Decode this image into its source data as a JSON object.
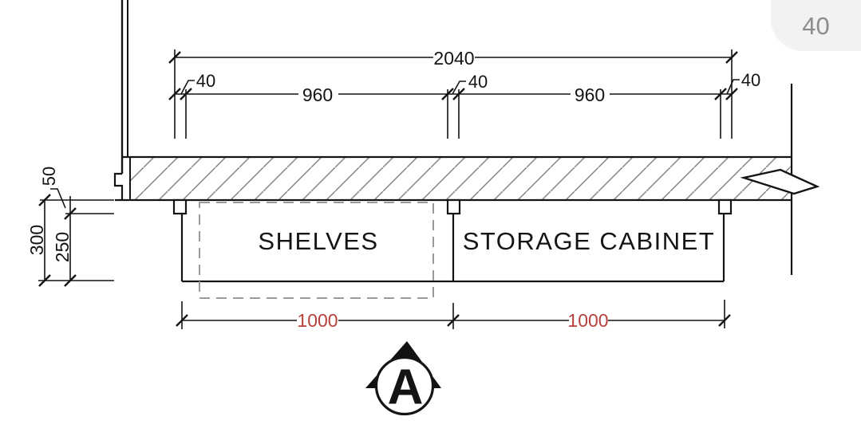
{
  "badge": {
    "number": "40"
  },
  "labels": {
    "shelves": "SHELVES",
    "storage_cabinet": "STORAGE CABINET"
  },
  "marker": {
    "letter": "A"
  },
  "dimensions": {
    "top": {
      "total": "2040",
      "offsets": [
        "40",
        "40",
        "40"
      ],
      "bays": [
        "960",
        "960"
      ]
    },
    "left": {
      "slab_gap": "50",
      "overall_height": "300",
      "cabinet_height": "250"
    },
    "bottom": {
      "bays": [
        "1000",
        "1000"
      ]
    }
  },
  "colors": {
    "line_black": "#141414",
    "accent_red": "#b8403d",
    "hatch_gray": "#7f7f7f",
    "dash_gray": "#9a9a9a",
    "badge_bg": "#f2f2f2",
    "badge_text": "#8c8c8c"
  }
}
